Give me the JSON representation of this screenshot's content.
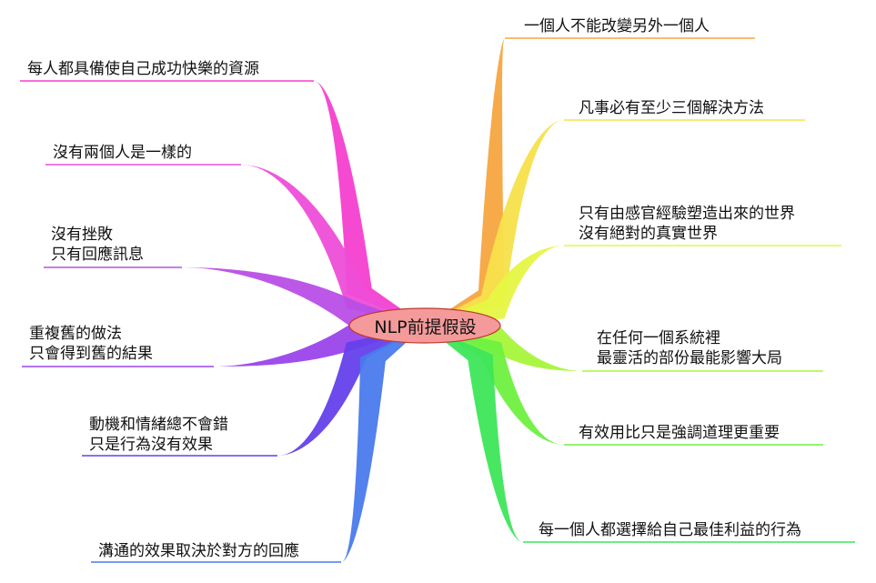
{
  "center": {
    "title": "NLP前提假設",
    "fill_color": "#f49a9a",
    "stroke_color": "#c0392b"
  },
  "branches_right": [
    {
      "lines": [
        "一個人不能改變另外一個人"
      ],
      "color": "#f7a540"
    },
    {
      "lines": [
        "凡事必有至少三個解決方法"
      ],
      "color": "#f7e04a"
    },
    {
      "lines": [
        "只有由感官經驗塑造出來的世界",
        "沒有絕對的真實世界"
      ],
      "color": "#e6f542"
    },
    {
      "lines": [
        "在任何一個系統裡",
        "最靈活的部份最能影響大局"
      ],
      "color": "#a6f53a"
    },
    {
      "lines": [
        "有效用比只是強調道理更重要"
      ],
      "color": "#6ef040"
    },
    {
      "lines": [
        "每一個人都選擇給自己最佳利益的行為"
      ],
      "color": "#3ee65a"
    }
  ],
  "branches_left": [
    {
      "lines": [
        "每人都具備使自己成功快樂的資源"
      ],
      "color": "#f53fd0"
    },
    {
      "lines": [
        "沒有兩個人是一樣的"
      ],
      "color": "#ee4ed8"
    },
    {
      "lines": [
        "沒有挫敗",
        "只有回應訊息"
      ],
      "color": "#b94ee6"
    },
    {
      "lines": [
        "重複舊的做法",
        "只會得到舊的結果"
      ],
      "color": "#9a45ea"
    },
    {
      "lines": [
        "動機和情緒總不會錯",
        "只是行為沒有效果"
      ],
      "color": "#6540ea"
    },
    {
      "lines": [
        "溝通的效果取決於對方的回應"
      ],
      "color": "#4a7aec"
    }
  ]
}
